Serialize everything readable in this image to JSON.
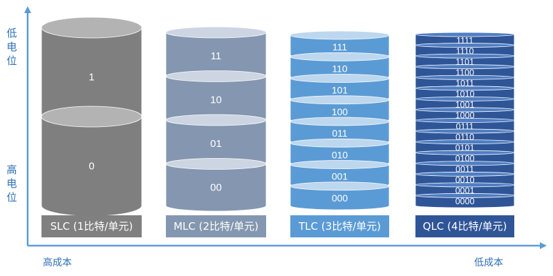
{
  "y_axis": {
    "top_label": [
      "低",
      "电",
      "位"
    ],
    "bottom_label": [
      "高",
      "电",
      "位"
    ]
  },
  "x_axis": {
    "left_label": "高成本",
    "right_label": "低成本"
  },
  "stacks": [
    {
      "name": "SLC",
      "caption": "SLC (1比特/单元)",
      "levels": [
        "1",
        "0"
      ],
      "colors": {
        "top": "#b3b3b3",
        "body": "#7f7f7f",
        "label": "#808080",
        "text": "#ffffff"
      }
    },
    {
      "name": "MLC",
      "caption": "MLC (2比特/单元)",
      "levels": [
        "11",
        "10",
        "01",
        "00"
      ],
      "colors": {
        "top": "#ccd5e1",
        "body": "#8496b0",
        "label": "#8497b0",
        "text": "#ffffff"
      }
    },
    {
      "name": "TLC",
      "caption": "TLC (3比特/单元)",
      "levels": [
        "111",
        "110",
        "101",
        "100",
        "011",
        "010",
        "001",
        "000"
      ],
      "colors": {
        "top": "#bdd7ee",
        "body": "#5b9bd5",
        "label": "#5b9bd5",
        "text": "#ffffff"
      }
    },
    {
      "name": "QLC",
      "caption": "QLC (4比特/单元)",
      "levels": [
        "1111",
        "1110",
        "1101",
        "1100",
        "1011",
        "1010",
        "1001",
        "1000",
        "0111",
        "0110",
        "0101",
        "0100",
        "0011",
        "0010",
        "0001",
        "0000"
      ],
      "colors": {
        "top": "#4f7ec2",
        "body": "#2f5597",
        "label": "#2f5597",
        "text": "#ffffff"
      }
    }
  ],
  "axis_color": "#5b9bd5"
}
